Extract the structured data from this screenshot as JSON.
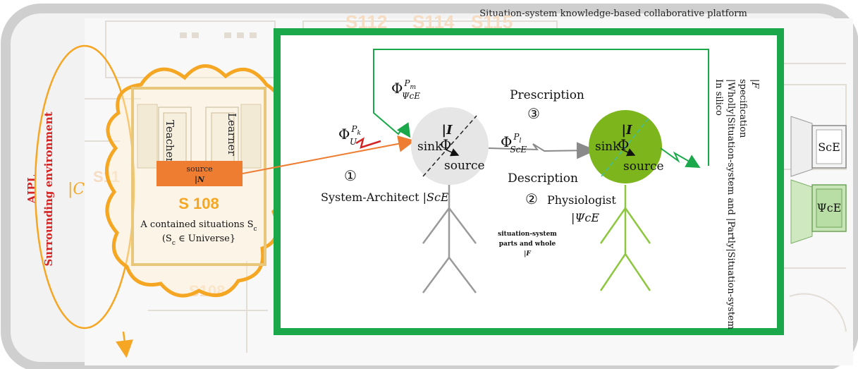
{
  "platform_title": "Situation-system knowledge-based collaborative platform",
  "floorplan_labels": [
    "S112",
    "S114",
    "S115",
    "S11",
    "S108"
  ],
  "aipl": "AIPL",
  "surrounding_env": "Surrounding environment",
  "c_label": "|C",
  "teacher_label": "Teacher",
  "learner_label": "Learner",
  "source_box": {
    "line1": "source",
    "line2": "|N"
  },
  "s108_label": "S 108",
  "contained_line1": "A contained situations S",
  "contained_sub1": "c",
  "contained_line2_open": "(S",
  "contained_sub2": "c",
  "contained_line2_rest": " ∈ Universe}",
  "phi": "Φ",
  "phi_u_sup": "P",
  "phi_u_supsub": "k",
  "phi_u_sub": "U",
  "phi_psi_sup": "P",
  "phi_psi_supsub": "m",
  "phi_psi_sub": "ΨcE",
  "phi_sce_sup": "P",
  "phi_sce_supsub": "l",
  "phi_sce_sub": "ScE",
  "left_circle": {
    "top": "|I",
    "sink": "sink",
    "phi": "Φ",
    "source": "source"
  },
  "right_circle": {
    "top": "|I",
    "sink": "sink",
    "phi": "Φ",
    "source": "source"
  },
  "prescription": "Prescription",
  "num3": "③",
  "num1": "①",
  "num2": "②",
  "system_architect": "System-Architect |",
  "system_architect_it": "ScE",
  "description": "Description",
  "physiologist": "Physiologist",
  "physiologist_line2": "|ΨcE",
  "parts_line1": "situation-system",
  "parts_line2": "parts and whole",
  "parts_line3": "|F",
  "vertical_text": [
    "In silico",
    "|Wholly|Situation-system and |Partly|Situation-system",
    "specification",
    "|F"
  ],
  "monitor_sce": "ScE",
  "monitor_psi": "ΨcE",
  "colors": {
    "green": "#1aa84a",
    "orange": "#f5a623",
    "source_box": "#ee7d31",
    "red": "#d42424",
    "light_green": "#8dc63f",
    "circle_green": "#7cb51c",
    "grey": "#8a8a8a"
  }
}
